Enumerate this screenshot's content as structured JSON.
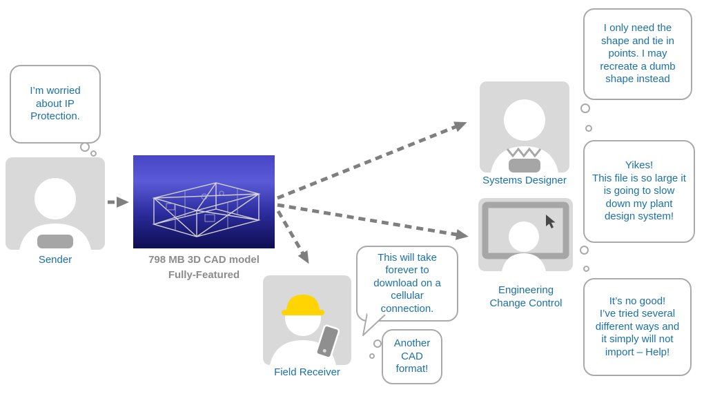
{
  "colors": {
    "text_blue": "#1a70a8",
    "caption_gray": "#8c8c8c",
    "avatar_gray": "#d9d9d9",
    "avatar_accent_gray": "#a6a6a6",
    "bubble_border": "#a9a9a9",
    "arrow_gray": "#7f7f7f",
    "hardhat_yellow": "#ffd400",
    "cad_background_top": "#4646c6",
    "cad_background_bottom": "#0e0e52"
  },
  "sender": {
    "label": "Sender",
    "bubble": "I’m worried about IP Protection."
  },
  "cad_model": {
    "caption_line1": "798 MB 3D CAD model",
    "caption_line2": "Fully-Featured"
  },
  "systems_designer": {
    "label": "Systems Designer",
    "thought": "I only need the shape and tie in points. I may recreate a dumb shape instead"
  },
  "engineering_change_control": {
    "label": "Engineering\nChange Control",
    "bubble_yikes": "Yikes!\nThis file is so large it is going to slow down my plant design system!",
    "bubble_no_good": "It’s no good!\nI’ve tried several different ways and it simply will not import – Help!"
  },
  "field_receiver": {
    "label": "Field Receiver",
    "bubble_download": "This will take forever to download on a cellular connection.",
    "bubble_format": "Another CAD format!"
  },
  "icons": {
    "sender": "person-icon",
    "systems_designer": "person-collar-icon",
    "engineering_change_control": "monitor-user-cursor-icon",
    "field_receiver": "hardhat-worker-phone-icon",
    "cad_model": "3d-cad-wireframe-icon"
  }
}
